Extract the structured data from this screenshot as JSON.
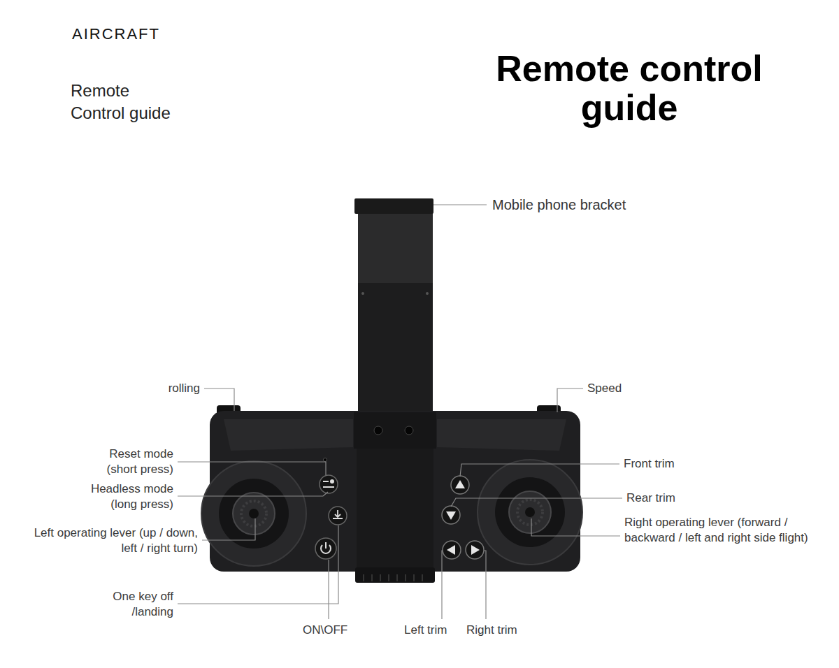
{
  "diagram": {
    "title": "Remote control guide",
    "labels": [
      "AIRCRAFT",
      "Remote Control guide",
      "Mobile phone bracket",
      "rolling",
      "Speed",
      "Reset mode (short press)",
      "Headless mode (long press)",
      "Left operating lever (up / down, left / right turn)",
      "One key off /landing",
      "ON\\OFF",
      "Left trim",
      "Right trim",
      "Front trim",
      "Rear trim",
      "Right operating lever (forward / backward / left and right side flight)"
    ]
  }
}
